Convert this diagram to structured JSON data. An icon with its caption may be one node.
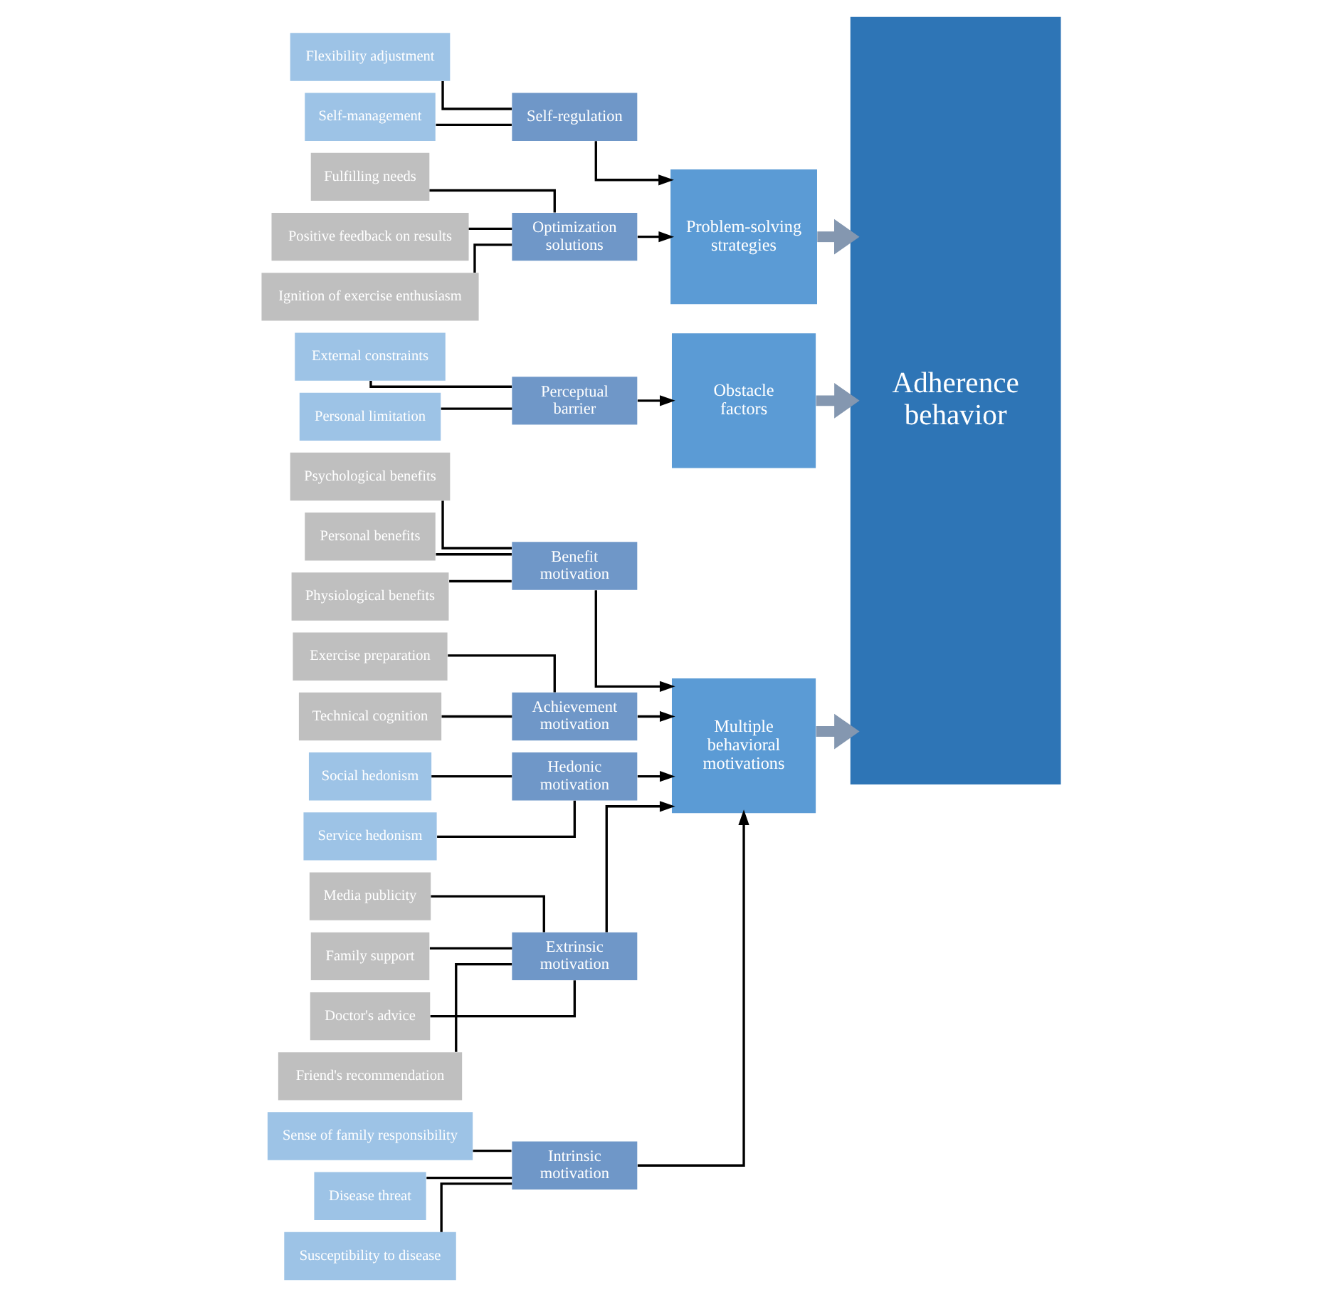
{
  "diagram": {
    "nodes": [
      {
        "text": [
          "Physiological benefits"
        ]
      },
      {
        "text": [
          "Psychological benefits"
        ]
      },
      {
        "text": [
          "Personal benefits"
        ]
      },
      {
        "text": [
          "Benefit motivation"
        ]
      },
      {
        "text": [
          "Disease threat"
        ]
      },
      {
        "text": [
          "Susceptibility to disease"
        ]
      },
      {
        "text": [
          "Sense of family responsibility"
        ]
      },
      {
        "text": [
          "Intrinsic motivation"
        ]
      },
      {
        "text": [
          "Technical cognition"
        ]
      },
      {
        "text": [
          "Exercise preparation"
        ]
      },
      {
        "text": [
          "Achievement motivation"
        ]
      },
      {
        "text": [
          "Service hedonism"
        ]
      },
      {
        "text": [
          "Social hedonism"
        ]
      },
      {
        "text": [
          "Hedonic motivation"
        ]
      },
      {
        "text": [
          "Family support"
        ]
      },
      {
        "text": [
          "Doctor's advice"
        ]
      },
      {
        "text": [
          "Friend's recommendation"
        ]
      },
      {
        "text": [
          "Media publicity"
        ]
      },
      {
        "text": [
          "Extrinsic motivation"
        ]
      },
      {
        "text": [
          "Multiple behavioral motivations"
        ]
      },
      {
        "text": [
          "Self-management"
        ]
      },
      {
        "text": [
          "Flexibility adjustment"
        ]
      },
      {
        "text": [
          "Self-regulation"
        ]
      },
      {
        "text": [
          "Fulfilling needs"
        ]
      },
      {
        "text": [
          "Positive feedback on results"
        ]
      },
      {
        "text": [
          "Ignition of exercise enthusiasm"
        ]
      },
      {
        "text": [
          "Optimization solutions"
        ]
      },
      {
        "text": [
          "Problem-solving strategies"
        ]
      },
      {
        "text": [
          "Personal limitation"
        ]
      },
      {
        "text": [
          "External constraints"
        ]
      },
      {
        "text": [
          "Perceptual barrier"
        ]
      },
      {
        "text": [
          "Obstacle factors"
        ]
      },
      {
        "text": [
          "Adherence behavior"
        ]
      }
    ],
    "edges": [
      {
        "from": 0,
        "to": 3,
        "arrow": "none"
      },
      {
        "from": 1,
        "to": 3,
        "arrow": "none"
      },
      {
        "from": 2,
        "to": 3,
        "arrow": "none"
      },
      {
        "from": 4,
        "to": 7,
        "arrow": "none"
      },
      {
        "from": 5,
        "to": 7,
        "arrow": "none"
      },
      {
        "from": 6,
        "to": 7,
        "arrow": "none"
      },
      {
        "from": 8,
        "to": 10,
        "arrow": "none"
      },
      {
        "from": 9,
        "to": 10,
        "arrow": "none"
      },
      {
        "from": 11,
        "to": 13,
        "arrow": "none"
      },
      {
        "from": 12,
        "to": 13,
        "arrow": "none"
      },
      {
        "from": 14,
        "to": 18,
        "arrow": "none"
      },
      {
        "from": 15,
        "to": 18,
        "arrow": "none"
      },
      {
        "from": 16,
        "to": 18,
        "arrow": "none"
      },
      {
        "from": 17,
        "to": 18,
        "arrow": "none"
      },
      {
        "from": 3,
        "to": 19,
        "arrow": "to"
      },
      {
        "from": 7,
        "to": 19,
        "arrow": "to"
      },
      {
        "from": 10,
        "to": 19,
        "arrow": "to"
      },
      {
        "from": 13,
        "to": 19,
        "arrow": "to"
      },
      {
        "from": 18,
        "to": 19,
        "arrow": "to"
      },
      {
        "from": 20,
        "to": 22,
        "arrow": "none"
      },
      {
        "from": 21,
        "to": 22,
        "arrow": "none"
      },
      {
        "from": 23,
        "to": 26,
        "arrow": "none"
      },
      {
        "from": 24,
        "to": 26,
        "arrow": "none"
      },
      {
        "from": 25,
        "to": 26,
        "arrow": "none"
      },
      {
        "from": 22,
        "to": 27,
        "arrow": "to"
      },
      {
        "from": 26,
        "to": 27,
        "arrow": "to"
      },
      {
        "from": 28,
        "to": 30,
        "arrow": "none"
      },
      {
        "from": 29,
        "to": 30,
        "arrow": "none"
      },
      {
        "from": 30,
        "to": 31,
        "arrow": "to"
      },
      {
        "from": 19,
        "to": 32,
        "arrow": "to",
        "style": "thick",
        "color": "#8497b0"
      },
      {
        "from": 27,
        "to": 32,
        "arrow": "to",
        "style": "thick",
        "color": "#8497b0"
      },
      {
        "from": 31,
        "to": 32,
        "arrow": "to",
        "style": "thick",
        "color": "#8497b0"
      }
    ]
  }
}
